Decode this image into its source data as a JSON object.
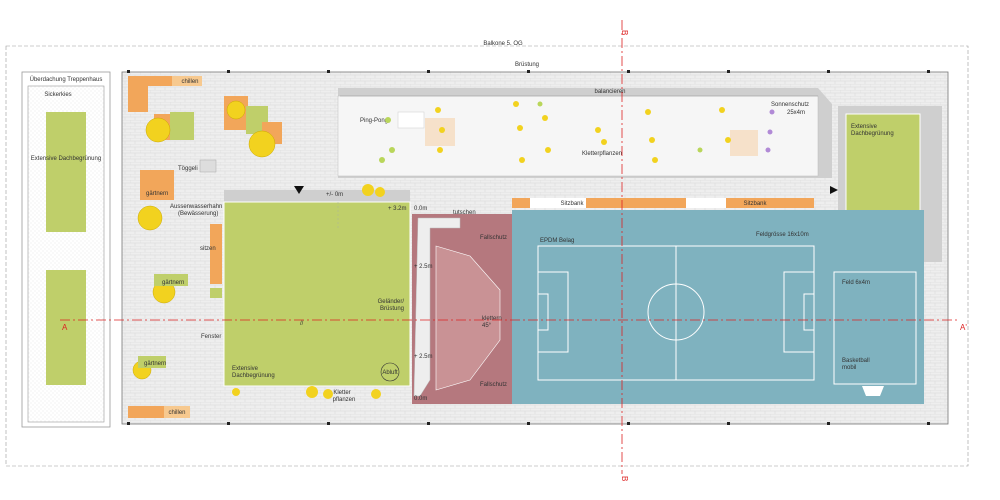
{
  "labels": {
    "balkone": "Balkone 5. OG",
    "bruestung": "Brüstung",
    "ueberdachung": "Überdachung Treppenhaus",
    "sickerkies": "Sickerkies",
    "extensive_dachbegruenung": "Extensive Dachbegrünung",
    "chillen": "chillen",
    "toeggeli": "Töggeli",
    "gaertnern": "gärtnern",
    "aussenwasserhahn": "Aussenwasserhahn",
    "bewaesserung": "(Bewässerung)",
    "sitzen": "sitzen",
    "fenster": "Fenster",
    "pingpong": "Ping-Pong",
    "balancieren": "balancieren",
    "sonnenschutz": "Sonnenschutz",
    "sonnenschutz_dim": "25x4m",
    "kletterpflanzen": "Kletterpflanzen",
    "kletter_pflanzen_1": "Kletter",
    "kletter_pflanzen_2": "pflanzen",
    "sitzbank": "Sitzbank",
    "level_0": "+/- 0m",
    "level_32": "+ 3.2m",
    "level_00": "0.0m",
    "level_25": "+ 2.5m",
    "tutschen": "tutschen",
    "fallschutz": "Fallschutz",
    "klettern": "klettern",
    "klettern_angle": "45°",
    "gelaender": "Geländer/",
    "bruestung2": "Brüstung",
    "abluft": "Abluft",
    "epdm": "EPDM Belag",
    "feldgroesse": "Feldgrösse 16x10m",
    "feld": "Feld 6x4m",
    "basketball": "Basketball",
    "mobil": "mobil",
    "section_a": "A",
    "section_a_prime": "A'",
    "section_b": "B",
    "break_mark": "//"
  },
  "colors": {
    "green_roof": "#bfcf6a",
    "pitch_blue": "#7fb2bf",
    "climb_red": "#b5787e",
    "bench_orange": "#f2a65a",
    "plant_yellow": "#f2d21f",
    "section_red": "#d22222",
    "paving": "#eeeeee"
  }
}
